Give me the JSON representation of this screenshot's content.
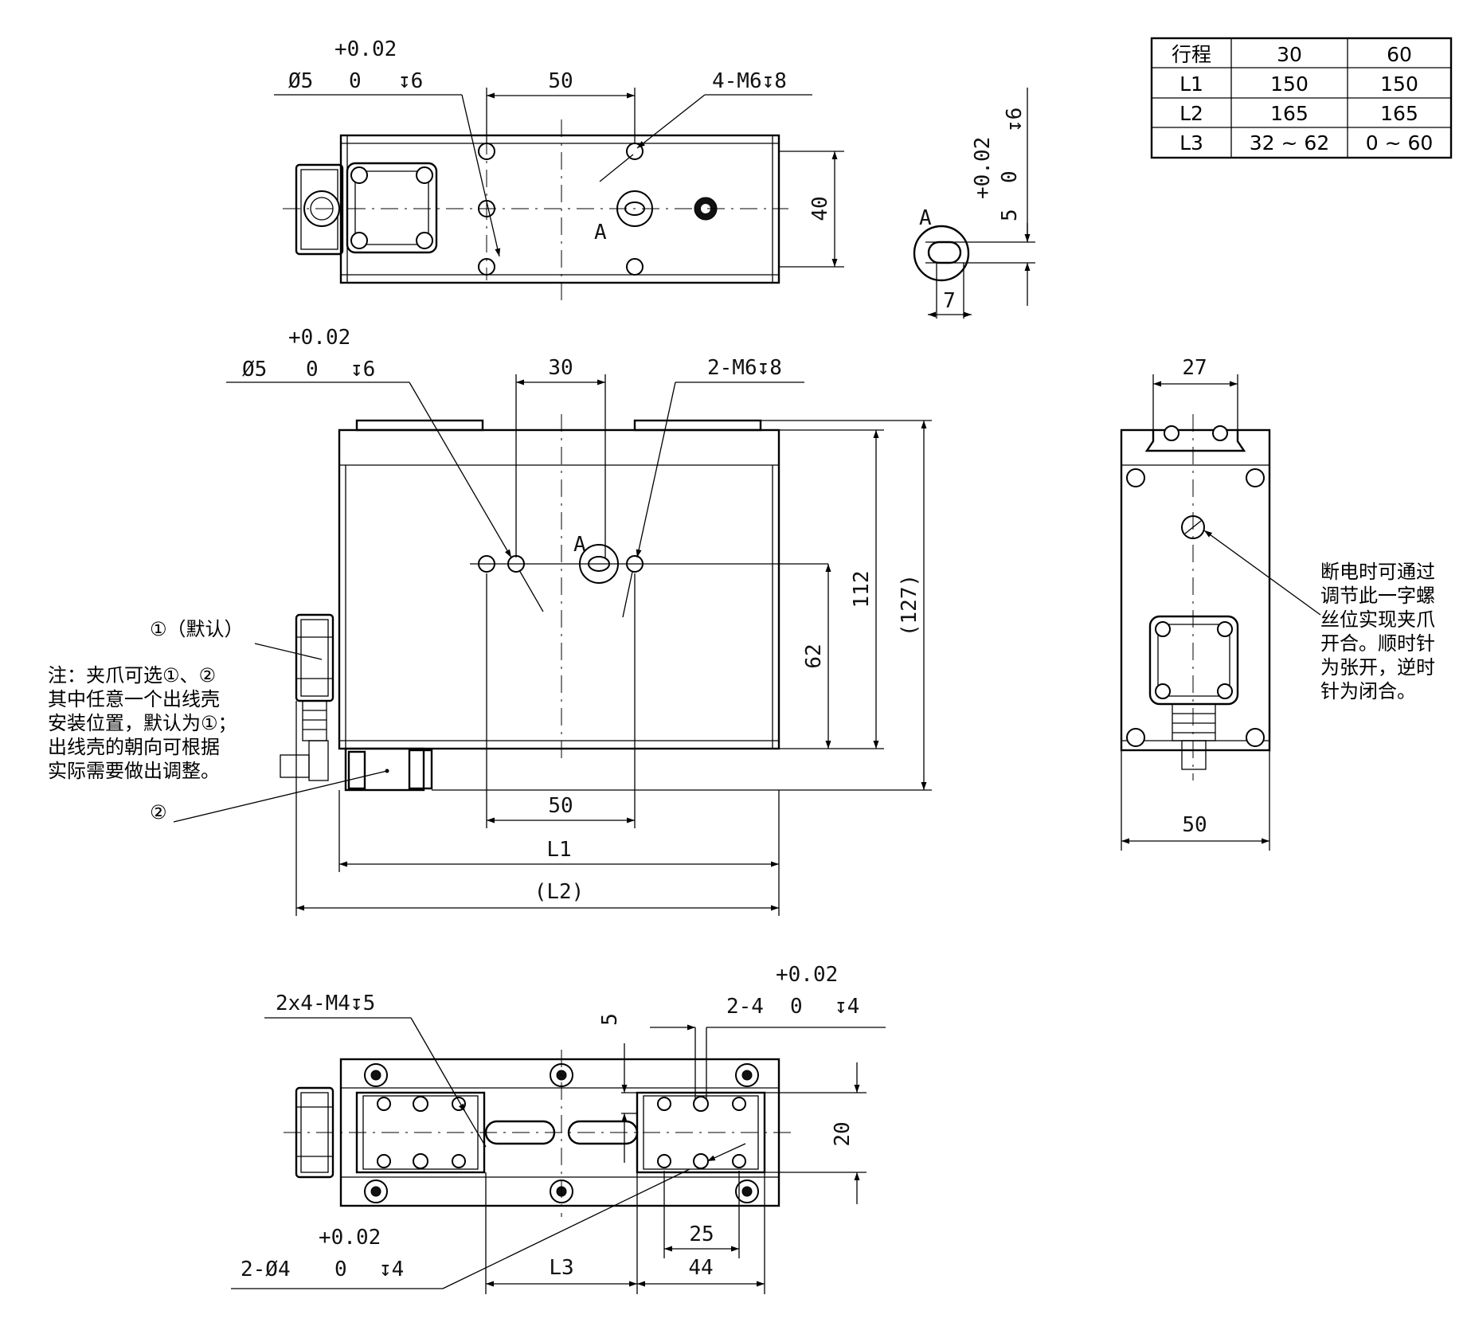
{
  "table": {
    "header": [
      "行程",
      "30",
      "60"
    ],
    "rows": [
      [
        "L1",
        "150",
        "150"
      ],
      [
        "L2",
        "165",
        "165"
      ],
      [
        "L3",
        "32 ~ 62",
        "0 ~ 60"
      ]
    ]
  },
  "top_view": {
    "hole_tol": "+0.02",
    "hole_dia": "Ø5",
    "hole_zero": "0",
    "hole_depth": "↧6",
    "dim_50": "50",
    "thread_callout": "4-M6↧8",
    "dim_40": "40",
    "section_a": "A"
  },
  "detail_a": {
    "label": "A",
    "tol": "+0.02",
    "zero": "0",
    "dia": "5",
    "depth": "↧6",
    "width": "7"
  },
  "front_view": {
    "hole_tol": "+0.02",
    "hole_dia": "Ø5",
    "hole_zero": "0",
    "hole_depth": "↧6",
    "dim_30": "30",
    "thread_callout": "2-M6↧8",
    "section_a": "A",
    "dim_62": "62",
    "dim_112": "112",
    "dim_127": "(127)",
    "dim_50": "50",
    "dim_l1": "L1",
    "dim_l2": "(L2)",
    "label_1": "①（默认）",
    "label_2": "②",
    "note_lines": [
      "注：夹爪可选①、②",
      "其中任意一个出线壳",
      "安装位置，默认为①；",
      "出线壳的朝向可根据",
      "实际需要做出调整。"
    ]
  },
  "side_view": {
    "dim_27": "27",
    "dim_50": "50",
    "note_lines": [
      "断电时可通过",
      "调节此一字螺",
      "丝位实现夹爪",
      "开合。顺时针",
      "为张开，逆时",
      "针为闭合。"
    ]
  },
  "bottom_view": {
    "thread_callout": "2x4-M4↧5",
    "dim_5": "5",
    "pin_tol": "+0.02",
    "pin_callout": "2-4",
    "pin_zero": "0",
    "pin_depth": "↧4",
    "dim_20": "20",
    "dim_25": "25",
    "dim_44": "44",
    "dim_l3": "L3",
    "hole_tol": "+0.02",
    "hole_callout": "2-Ø4",
    "hole_zero": "0",
    "hole_depth": "↧4"
  }
}
